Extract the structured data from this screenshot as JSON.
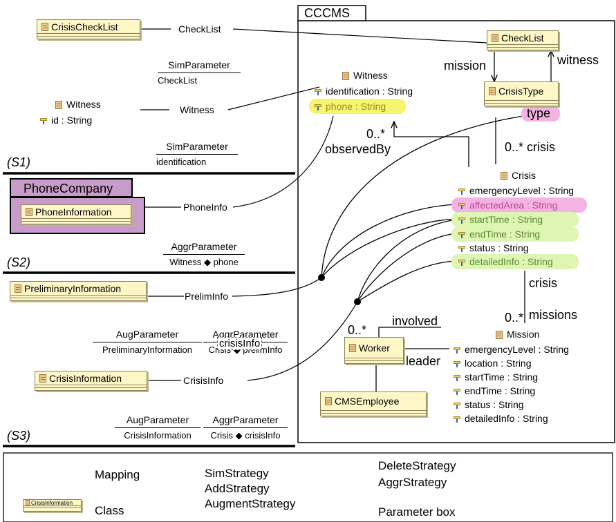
{
  "package": {
    "name": "CCCMS"
  },
  "section_labels": [
    "(S1)",
    "(S2)",
    "(S3)"
  ],
  "left_classes": {
    "crisis_check_list": "CrisisCheckList",
    "phone_company": "PhoneCompany",
    "phone_information": "PhoneInformation",
    "preliminary_information": "PreliminaryInformation",
    "crisis_information": "CrisisInformation"
  },
  "left_witness": {
    "name": "Witness",
    "attr": "id : String"
  },
  "mapping_labels": {
    "checklist": "CheckList",
    "witness": "Witness",
    "phone_info": "PhoneInfo",
    "prelim_info": "PrelimInfo",
    "crisis_info": "CrisisInfo"
  },
  "params": {
    "sim1": {
      "top": "SimParameter",
      "bottom": "CheckList"
    },
    "sim2": {
      "top": "SimParameter",
      "bottom": "identification"
    },
    "aggr1": {
      "top": "AggrParameter",
      "bottom": "Witness ◆ phone"
    },
    "aug1": {
      "top": "AugParameter",
      "bottom": "PreliminaryInformation"
    },
    "aggr2": {
      "top": "AggrParameter",
      "bottom": "Crisis ◆ prelimInfo",
      "overlay": "crisisInfo"
    },
    "aug2": {
      "top": "AugParameter",
      "bottom": "CrisisInformation"
    },
    "aggr3": {
      "top": "AggrParameter",
      "bottom": "Crisis ◆ crisisInfo"
    }
  },
  "model": {
    "checklist": "CheckList",
    "crisis_type": "CrisisType",
    "witness": {
      "name": "Witness",
      "attrs": [
        "identification : String",
        "phone : String"
      ]
    },
    "crisis": {
      "name": "Crisis",
      "attrs": [
        "emergencyLevel : String",
        "affectedArea : String",
        "startTime : String",
        "endTime : String",
        "status : String",
        "detailedInfo : String"
      ]
    },
    "mission": {
      "name": "Mission",
      "attrs": [
        "emergencyLevel : String",
        "location : String",
        "startTime : String",
        "endTime : String",
        "status : String",
        "detailedInfo : String"
      ]
    },
    "worker": "Worker",
    "cms_employee": "CMSEmployee"
  },
  "assoc_labels": {
    "mission": "mission",
    "witness": "witness",
    "type": "type",
    "crisis_mult": "0..* crisis",
    "observed_mult": "0..*",
    "observed_by": "observedBy",
    "crisis_role": "crisis",
    "missions_mult": "0..*",
    "missions": "missions",
    "involved": "involved",
    "involved_mult": "0..*",
    "leader": "leader"
  },
  "legend": {
    "mapping": "Mapping",
    "class_sample": "CrisisInformation",
    "class": "Class",
    "sim": "SimStrategy",
    "add": "AddStrategy",
    "augment": "AugmentStrategy",
    "delete": "DeleteStrategy",
    "aggr": "AggrStrategy",
    "param_box": "Parameter box"
  },
  "colors": {
    "class_fill": "#fdf7c8",
    "phone_company": "#c89cc8",
    "highlight_yellow": "#f5f56e",
    "highlight_pink": "#f4b4e2",
    "highlight_green": "#def5b4"
  }
}
